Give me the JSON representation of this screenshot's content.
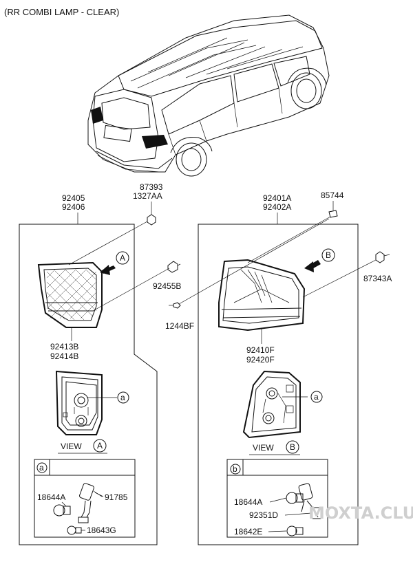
{
  "title": "(RR COMBI LAMP - CLEAR)",
  "parts": {
    "p92405": "92405",
    "p92406": "92406",
    "p87393": "87393",
    "p1327AA": "1327AA",
    "p92401A": "92401A",
    "p92402A": "92402A",
    "p85744": "85744",
    "p87343A": "87343A",
    "p92455B": "92455B",
    "p1244BF": "1244BF",
    "p92413B": "92413B",
    "p92414B": "92414B",
    "p92410F": "92410F",
    "p92420F": "92420F",
    "p18644A_a": "18644A",
    "p91785": "91785",
    "p18643G": "18643G",
    "p18644A_b": "18644A",
    "p92351D": "92351D",
    "p18642E": "18642E"
  },
  "callouts": {
    "A": "A",
    "B": "B",
    "a": "a",
    "b": "b",
    "view": "VIEW"
  },
  "watermark": "MOXTA.CLUB"
}
